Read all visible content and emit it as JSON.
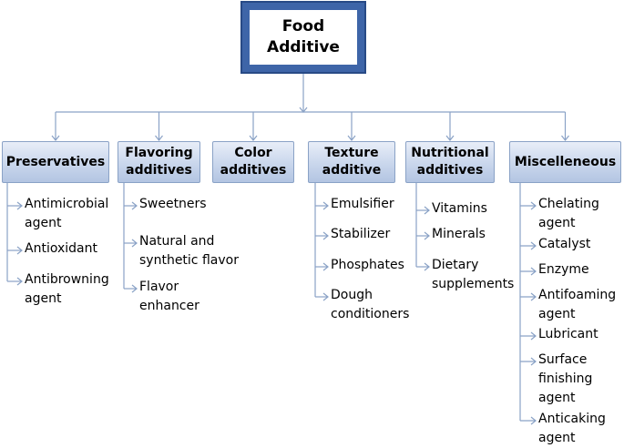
{
  "root": {
    "line1": "Food",
    "line2": "Additive"
  },
  "categories": [
    {
      "line1": "Preservatives",
      "line2": "",
      "items": [
        {
          "line1": "Antimicrobial",
          "line2": "agent"
        },
        {
          "line1": "Antioxidant",
          "line2": ""
        },
        {
          "line1": "Antibrowning",
          "line2": "agent"
        }
      ]
    },
    {
      "line1": "Flavoring",
      "line2": "additives",
      "items": [
        {
          "line1": "Sweetners",
          "line2": ""
        },
        {
          "line1": "Natural and",
          "line2": "synthetic flavor"
        },
        {
          "line1": "Flavor",
          "line2": "enhancer"
        }
      ]
    },
    {
      "line1": "Color",
      "line2": "additives",
      "items": []
    },
    {
      "line1": "Texture",
      "line2": "additive",
      "items": [
        {
          "line1": "Emulsifier",
          "line2": ""
        },
        {
          "line1": "Stabilizer",
          "line2": ""
        },
        {
          "line1": "Phosphates",
          "line2": ""
        },
        {
          "line1": "Dough",
          "line2": "conditioners"
        }
      ]
    },
    {
      "line1": "Nutritional",
      "line2": "additives",
      "items": [
        {
          "line1": "Vitamins",
          "line2": ""
        },
        {
          "line1": "Minerals",
          "line2": ""
        },
        {
          "line1": "Dietary",
          "line2": "supplements"
        }
      ]
    },
    {
      "line1": "Miscelleneous",
      "line2": "",
      "items": [
        {
          "line1": "Chelating",
          "line2": "agent"
        },
        {
          "line1": "Catalyst",
          "line2": ""
        },
        {
          "line1": "Enzyme",
          "line2": ""
        },
        {
          "line1": "Antifoaming",
          "line2": "agent"
        },
        {
          "line1": "Lubricant",
          "line2": ""
        },
        {
          "line1": "Surface",
          "line2": "finishing",
          "line3": "agent"
        },
        {
          "line1": "Anticaking",
          "line2": "agent"
        }
      ]
    }
  ],
  "colors": {
    "connector": "#8aa2c6",
    "root_fill": "#3e65a8",
    "box_fill": "#c9d6ec"
  }
}
